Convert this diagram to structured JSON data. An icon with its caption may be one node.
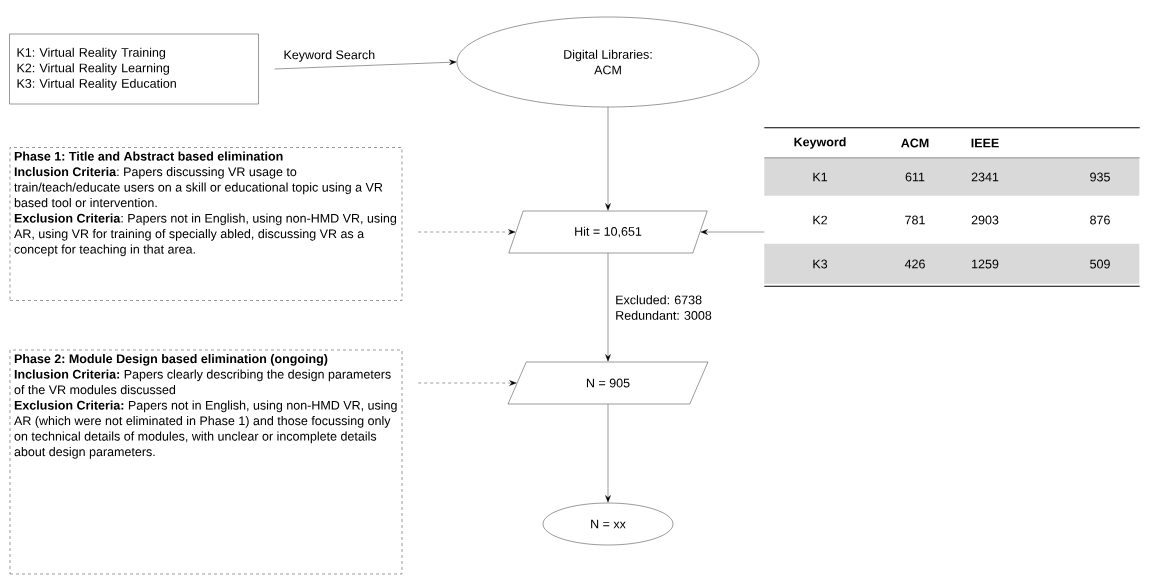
{
  "diagram": {
    "nodes": [
      {
        "text": [
          "K1: Virtual Reality Training",
          "K2: Virtual Reality Learning",
          "K3: Virtual Reality Education"
        ]
      },
      {
        "text": [
          "Digital Libraries:",
          "ACM"
        ]
      },
      {
        "text": [
          "Phase 1: Title and Abstract based elimination",
          "**Inclusion Criteria**: Papers discussing VR usage to train/teach/educate users on a skill or educational topic using a VR based tool or intervention.",
          "**Exclusion Criteria**: Papers not in English, using non-HMD VR, using AR, using VR for training of specially abled, discussing VR as a concept for teaching in that area."
        ]
      },
      {
        "text": [
          "Hit = 10,651"
        ]
      },
      {
        "text": [],
        "shape": "table"
      },
      {
        "text": [
          "Phase 2: Module Design based elimination (ongoing)",
          "**Inclusion Criteria:** Papers clearly describing the design parameters of the VR modules discussed",
          "**Exclusion Criteria:** Papers not in English, using non-HMD VR, using AR (which were not eliminated in Phase 1) and those focussing only on technical details of modules, with unclear or incomplete details about design parameters."
        ]
      },
      {
        "text": [
          "N = 905"
        ]
      },
      {
        "text": [
          "N = xx"
        ]
      }
    ],
    "edges": [
      {
        "from": 0,
        "to": 1,
        "arrow": "to",
        "label": "Keyword Search"
      },
      {
        "from": 1,
        "to": 3,
        "arrow": "to"
      },
      {
        "from": 4,
        "to": 3,
        "arrow": "to"
      },
      {
        "from": 2,
        "to": 3,
        "arrow": "to",
        "style": "dashed"
      },
      {
        "from": 3,
        "to": 6,
        "arrow": "to",
        "label": "Excluded: 6738 Redundant: 3008"
      },
      {
        "from": 5,
        "to": 6,
        "arrow": "to",
        "style": "dashed"
      },
      {
        "from": 6,
        "to": 7,
        "arrow": "to"
      }
    ],
    "labels": [
      "Keyword",
      "ACM",
      "IEEE",
      "K1",
      "611",
      "2341",
      "935",
      "K2",
      "781",
      "2903",
      "876",
      "K3",
      "426",
      "1259",
      "509"
    ]
  }
}
